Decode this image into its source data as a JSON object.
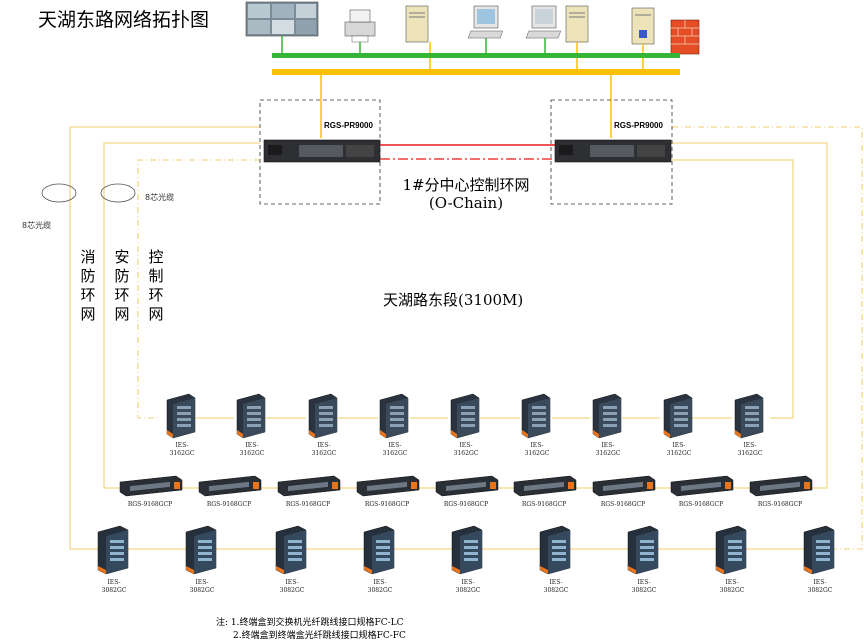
{
  "title": "天湖东路网络拓扑图",
  "core_switch_label": "RGS-PR9000",
  "ring_title": "1#分中心控制环网",
  "ring_subtitle": "(O-Chain)",
  "segment_label": "天湖路东段(3100M)",
  "fiber_label_left": "8芯光缆",
  "fiber_label_mid": "8芯光缆",
  "vertical_labels": [
    "消防环网",
    "安防环网",
    "控制环网"
  ],
  "row1_label": [
    "IES-",
    "3162GC"
  ],
  "row2_label": "RGS-9168GCP",
  "row3_label": [
    "IES-",
    "3082GC"
  ],
  "notes": [
    "注: 1.终端盒到交换机光纤跳线接口规格FC-LC",
    "2.终端盒到终端盒光纤跳线接口规格FC-FC"
  ],
  "colors": {
    "green_bus": "#35b535",
    "yellow_bus": "#ffc000",
    "fiber": "#f5d78a",
    "red": "#e81818"
  }
}
